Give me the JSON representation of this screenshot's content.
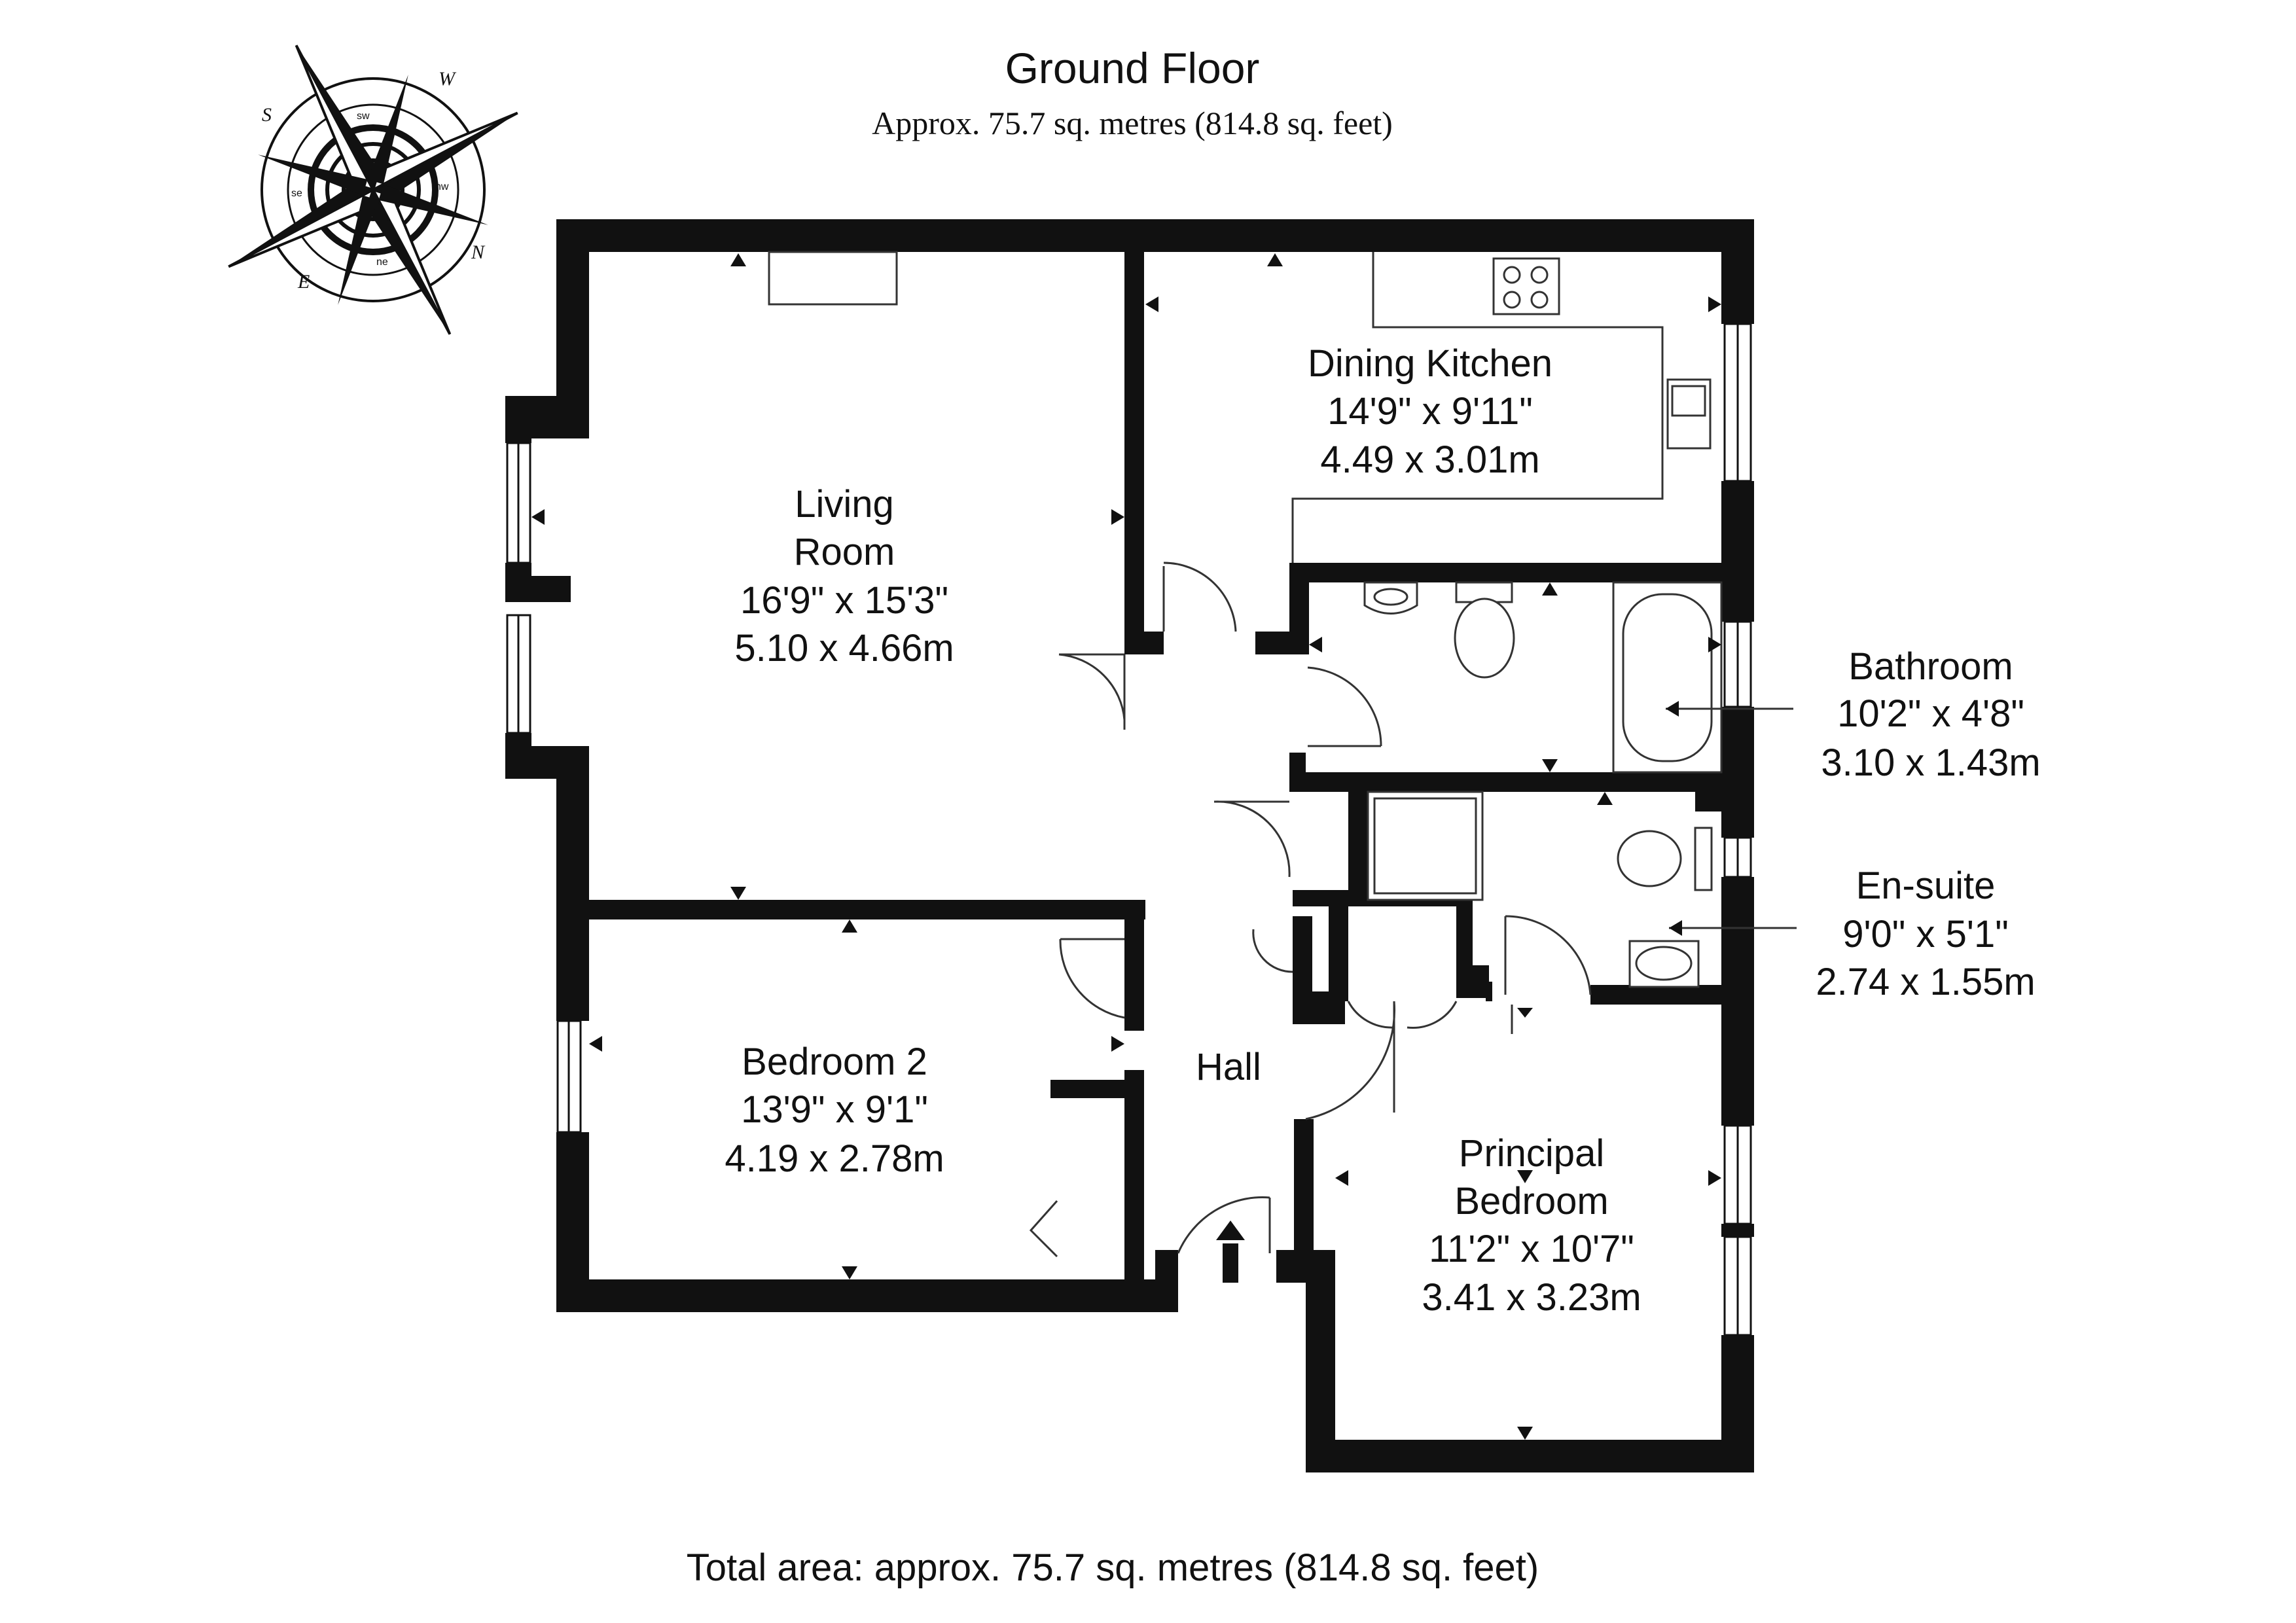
{
  "header": {
    "title": "Ground Floor",
    "subtitle": "Approx. 75.7 sq. metres (814.8 sq. feet)"
  },
  "rooms": {
    "living": {
      "name_line1": "Living",
      "name_line2": "Room",
      "imperial": "16'9\" x 15'3\"",
      "metric": "5.10 x 4.66m"
    },
    "kitchen": {
      "name": "Dining Kitchen",
      "imperial": "14'9\" x 9'11\"",
      "metric": "4.49 x 3.01m"
    },
    "bathroom": {
      "name": "Bathroom",
      "imperial": "10'2\" x 4'8\"",
      "metric": "3.10 x 1.43m"
    },
    "ensuite": {
      "name": "En-suite",
      "imperial": "9'0\" x 5'1\"",
      "metric": "2.74 x 1.55m"
    },
    "bedroom2": {
      "name": "Bedroom 2",
      "imperial": "13'9\" x 9'1\"",
      "metric": "4.19 x 2.78m"
    },
    "principal": {
      "name_line1": "Principal",
      "name_line2": "Bedroom",
      "imperial": "11'2\" x 10'7\"",
      "metric": "3.41 x 3.23m"
    },
    "hall": {
      "name": "Hall"
    }
  },
  "compass": {
    "icon": "compass-rose-icon",
    "points": [
      "W",
      "N",
      "E",
      "S"
    ],
    "ring_labels": [
      "sw",
      "nw",
      "ne",
      "se"
    ]
  },
  "footer": {
    "total": "Total area: approx. 75.7 sq. metres (814.8 sq. feet)"
  },
  "colors": {
    "wall": "#111111",
    "line": "#333333",
    "background": "#ffffff"
  }
}
